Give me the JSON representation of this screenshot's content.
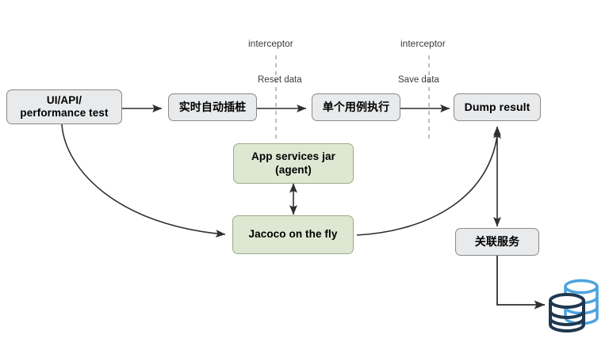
{
  "diagram": {
    "title": "Jacoco on-the-fly coverage collection flow",
    "colors": {
      "gray_fill": "#e8eaec",
      "green_fill": "#dde7d2",
      "node_border": "#8a8a8a",
      "green_border": "#9aab8c",
      "edge_stroke": "#2f2f2f",
      "dashed_stroke": "#9a9a9a",
      "text": "#000000",
      "label_text": "#3b3b3b",
      "db_front": "#1f3850",
      "db_back": "#4ea3dd",
      "background": "#ffffff"
    },
    "nodes": [
      {
        "id": "ui-api-performance-test",
        "label": "UI/API/\nperformance test",
        "style": "gray"
      },
      {
        "id": "realtime-auto-instrument",
        "label": "实时自动插桩",
        "style": "gray"
      },
      {
        "id": "single-case-execution",
        "label": "单个用例执行",
        "style": "gray"
      },
      {
        "id": "dump-result",
        "label": "Dump result",
        "style": "gray"
      },
      {
        "id": "app-services-jar",
        "label": "App services jar\n(agent)",
        "style": "green"
      },
      {
        "id": "jacoco-on-the-fly",
        "label": "Jacoco on the fly",
        "style": "green"
      },
      {
        "id": "related-service",
        "label": "关联服务",
        "style": "gray"
      }
    ],
    "edge_labels": [
      {
        "id": "reset-data",
        "text": "Reset data"
      },
      {
        "id": "save-data",
        "text": "Save data"
      }
    ],
    "interceptor_labels": [
      {
        "id": "interceptor-left",
        "text": "interceptor"
      },
      {
        "id": "interceptor-right",
        "text": "interceptor"
      }
    ],
    "icons": [
      {
        "id": "database-icon",
        "name": "database-cylinder-icon"
      }
    ]
  }
}
